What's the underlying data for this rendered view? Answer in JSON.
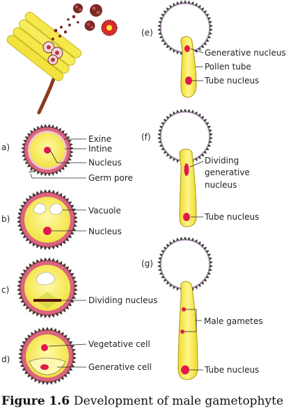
{
  "panels": {
    "a": {
      "tag": "a)",
      "labels": [
        "Exine",
        "Intine",
        "Nucleus",
        "Germ pore"
      ]
    },
    "b": {
      "tag": "b)",
      "labels": [
        "Vacuole",
        "Nucleus"
      ]
    },
    "c": {
      "tag": "c)",
      "labels": [
        "Dividing nucleus"
      ]
    },
    "d": {
      "tag": "d)",
      "labels": [
        "Vegetative cell",
        "Generative cell"
      ]
    },
    "e": {
      "tag": "(e)",
      "labels": [
        "Generative nucleus",
        "Pollen tube",
        "Tube nucleus"
      ]
    },
    "f": {
      "tag": "(f)",
      "labels": [
        "Dividing",
        "generative",
        "nucleus",
        "Tube nucleus"
      ]
    },
    "g": {
      "tag": "(g)",
      "labels": [
        "Male gametes",
        "Tube nucleus"
      ]
    }
  },
  "caption": {
    "number": "Figure 1.6",
    "text": "Development of male gametophyte"
  },
  "colors": {
    "exine": "#d9667e",
    "cytoplasm": "#f6e93a",
    "nucleus": "#e2174f",
    "spike": "#3b3b3b",
    "anther": "#f5e84a",
    "stalk": "#8a3b1c",
    "tetrad": "#7a2a26"
  }
}
